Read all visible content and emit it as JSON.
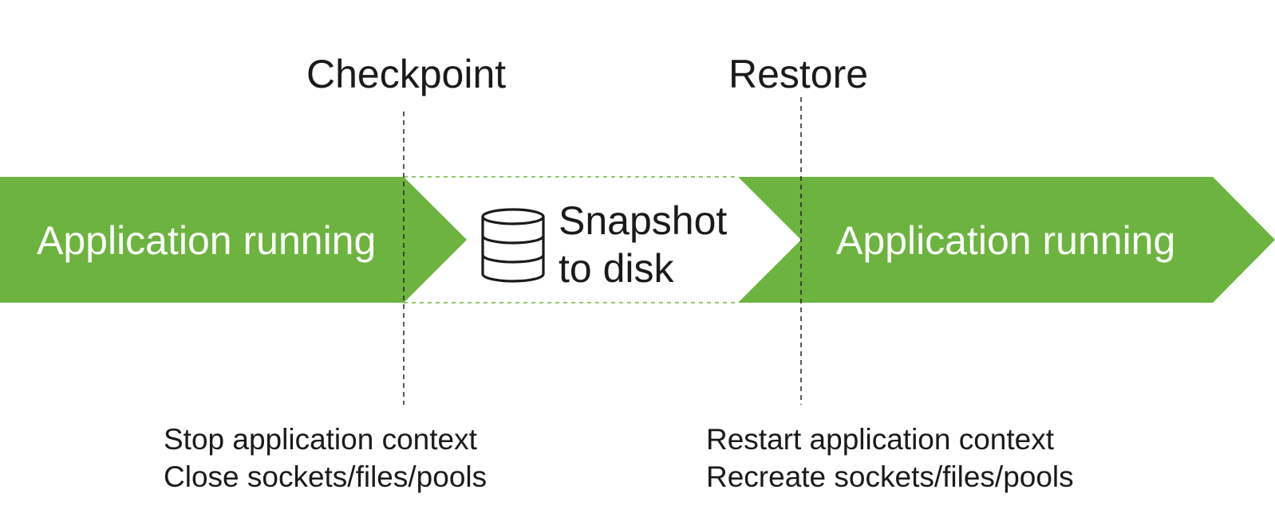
{
  "colors": {
    "accent": "#6db33f",
    "text": "#1a1a1a",
    "bar_text": "#ffffff"
  },
  "phases": {
    "checkpoint": {
      "title": "Checkpoint"
    },
    "restore": {
      "title": "Restore"
    }
  },
  "stages": {
    "running_before": {
      "label": "Application running"
    },
    "snapshot": {
      "icon": "database-icon",
      "line1": "Snapshot",
      "line2": "to disk"
    },
    "running_after": {
      "label": "Application running"
    }
  },
  "notes": {
    "checkpoint": {
      "line1": "Stop application context",
      "line2": "Close sockets/files/pools"
    },
    "restore": {
      "line1": "Restart application context",
      "line2": "Recreate sockets/files/pools"
    }
  }
}
